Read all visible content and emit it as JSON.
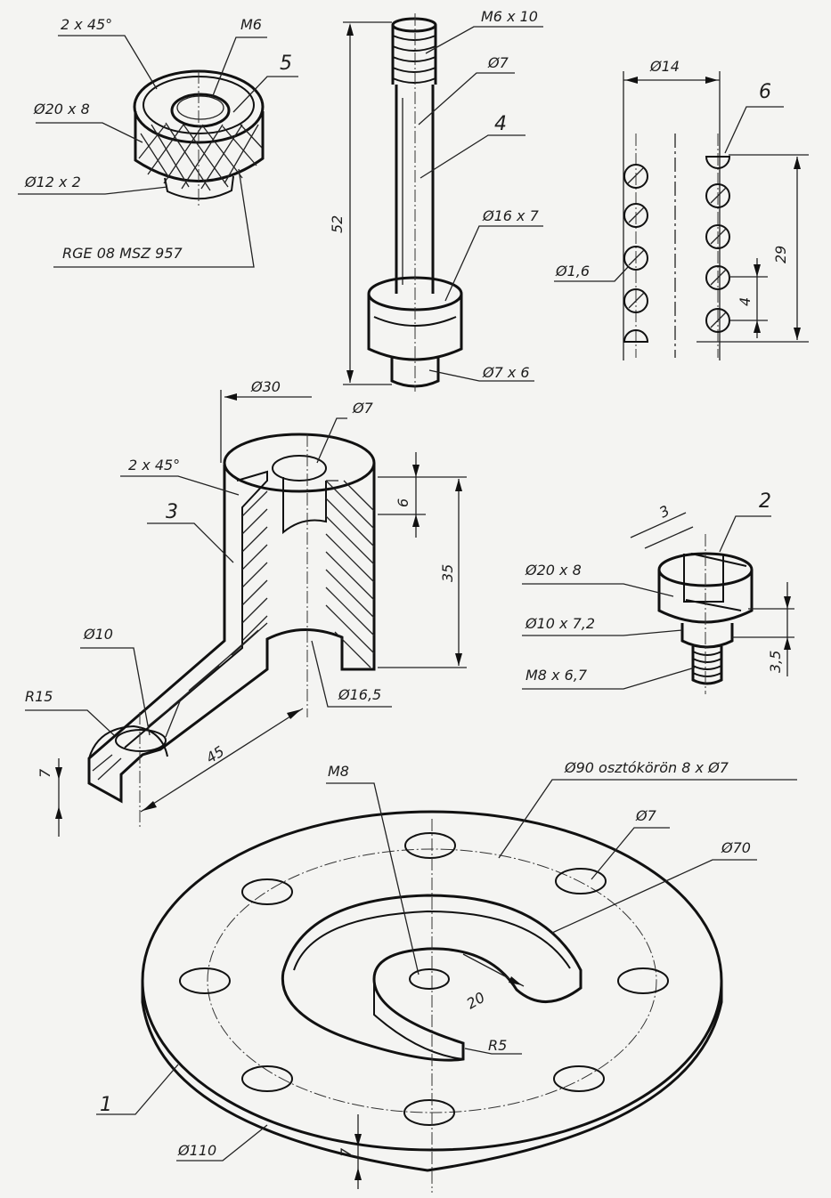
{
  "part5": {
    "number": "5",
    "chamfer": "2 x 45°",
    "thread": "M6",
    "knurl_dim": "Ø20 x 8",
    "spigot_dim": "Ø12 x 2",
    "standard": "RGE 08 MSZ 957"
  },
  "part4": {
    "number": "4",
    "thread": "M6 x 10",
    "shaft_dia": "Ø7",
    "collar_dim": "Ø16 x 7",
    "end_dim": "Ø7 x 6",
    "length": "52"
  },
  "part6": {
    "number": "6",
    "width": "Ø14",
    "wire_dia": "Ø1,6",
    "pitch": "4",
    "length": "29"
  },
  "part3": {
    "number": "3",
    "outer_dia": "Ø30",
    "bore_dia": "Ø7",
    "chamfer": "2 x 45°",
    "counterbore_depth": "6",
    "height": "35",
    "inner_dia": "Ø16,5",
    "arm_hole": "Ø10",
    "arm_radius": "R15",
    "arm_length": "45",
    "arm_thickness": "7"
  },
  "part2": {
    "number": "2",
    "slot": "3",
    "head_dim": "Ø20 x 8",
    "neck_dim": "Ø10 x 7,2",
    "thread_dim": "M8 x 6,7",
    "neck_len": "3,5"
  },
  "part1": {
    "number": "1",
    "thread": "M8",
    "bolt_circle": "Ø90 osztókörön 8 x Ø7",
    "hole_dia": "Ø7",
    "slot_dia": "Ø70",
    "slot_width": "20",
    "slot_radius": "R5",
    "outer_dia": "Ø110",
    "thickness": "7"
  }
}
